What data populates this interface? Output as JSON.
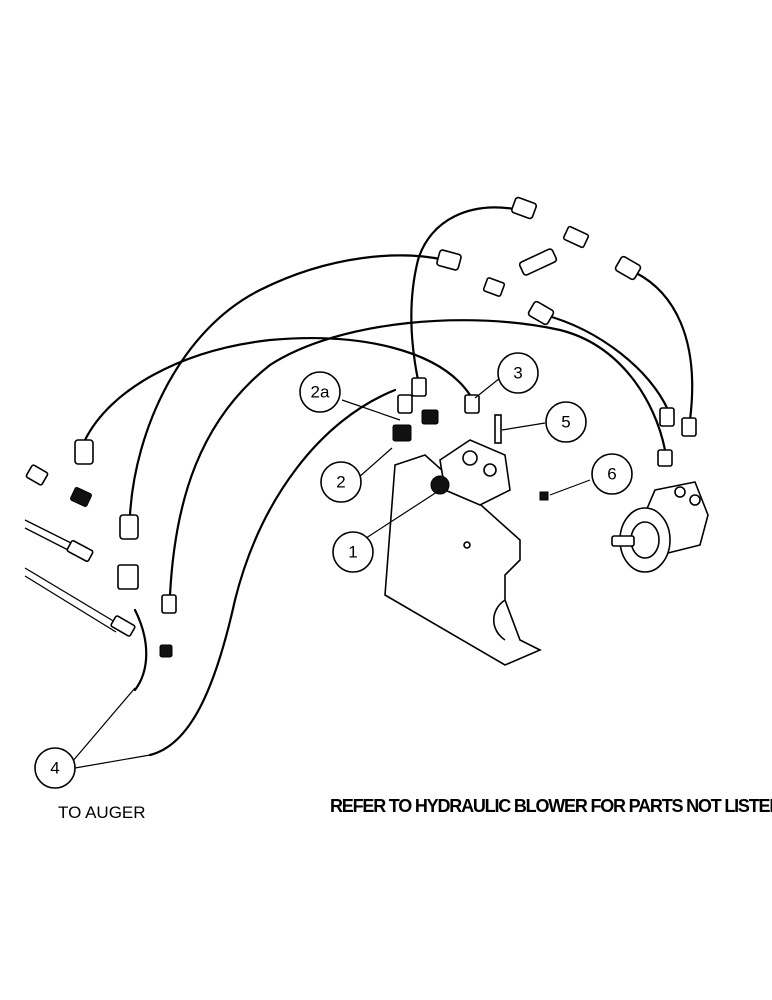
{
  "callouts": [
    {
      "id": "1",
      "label": "1"
    },
    {
      "id": "2",
      "label": "2"
    },
    {
      "id": "2a",
      "label": "2a"
    },
    {
      "id": "3",
      "label": "3"
    },
    {
      "id": "4",
      "label": "4"
    },
    {
      "id": "5",
      "label": "5"
    },
    {
      "id": "6",
      "label": "6"
    }
  ],
  "captions": {
    "to_auger": "TO AUGER",
    "refer_note": "REFER TO HYDRAULIC BLOWER FOR PARTS NOT LISTED"
  }
}
